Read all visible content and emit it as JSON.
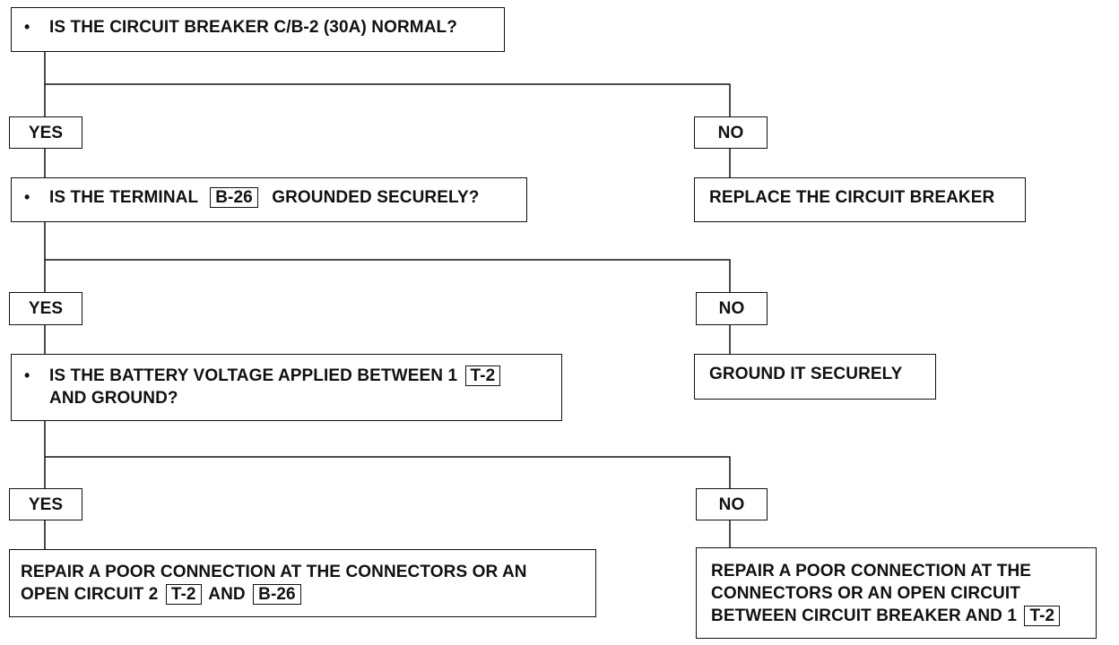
{
  "q1": {
    "text": "IS THE CIRCUIT BREAKER C/B-2 (30A) NORMAL?"
  },
  "q1_yes": "YES",
  "q1_no": "NO",
  "q1_no_action": "REPLACE THE CIRCUIT BREAKER",
  "q2": {
    "pre": "IS THE TERMINAL",
    "ref": "B-26",
    "post": "GROUNDED SECURELY?"
  },
  "q2_yes": "YES",
  "q2_no": "NO",
  "q2_no_action": "GROUND IT SECURELY",
  "q3": {
    "line1_pre": "IS THE BATTERY VOLTAGE APPLIED BETWEEN 1",
    "ref": "T-2",
    "line2": "AND GROUND?"
  },
  "q3_yes": "YES",
  "q3_no": "NO",
  "q3_yes_action": {
    "line1": "REPAIR A POOR CONNECTION AT THE CONNECTORS  OR AN",
    "line2_pre": "OPEN CIRCUIT 2",
    "ref1": "T-2",
    "mid": "AND",
    "ref2": "B-26"
  },
  "q3_no_action": {
    "line1": "REPAIR A POOR CONNECTION AT THE",
    "line2": "CONNECTORS OR AN OPEN CIRCUIT",
    "line3_pre": "BETWEEN CIRCUIT BREAKER AND 1",
    "ref": "T-2"
  },
  "bullet": "•"
}
